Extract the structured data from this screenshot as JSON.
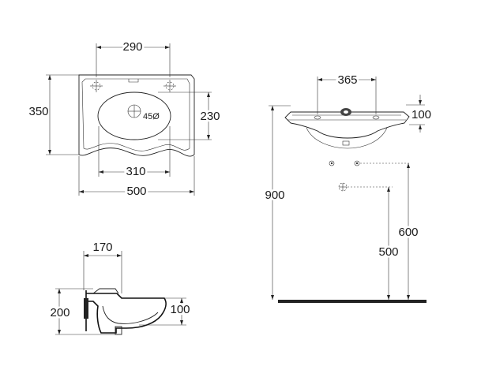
{
  "top_view": {
    "width_top": "290",
    "height_left": "350",
    "bowl_height": "230",
    "hole_label": "45Ø",
    "bowl_width": "310",
    "overall_width": "500"
  },
  "front_view": {
    "tap_spacing": "365",
    "rim_thickness": "100",
    "height_rim": "900",
    "inlet_height": "600",
    "outlet_height": "500"
  },
  "side_view": {
    "depth": "170",
    "height": "200",
    "bowl_depth": "100"
  }
}
